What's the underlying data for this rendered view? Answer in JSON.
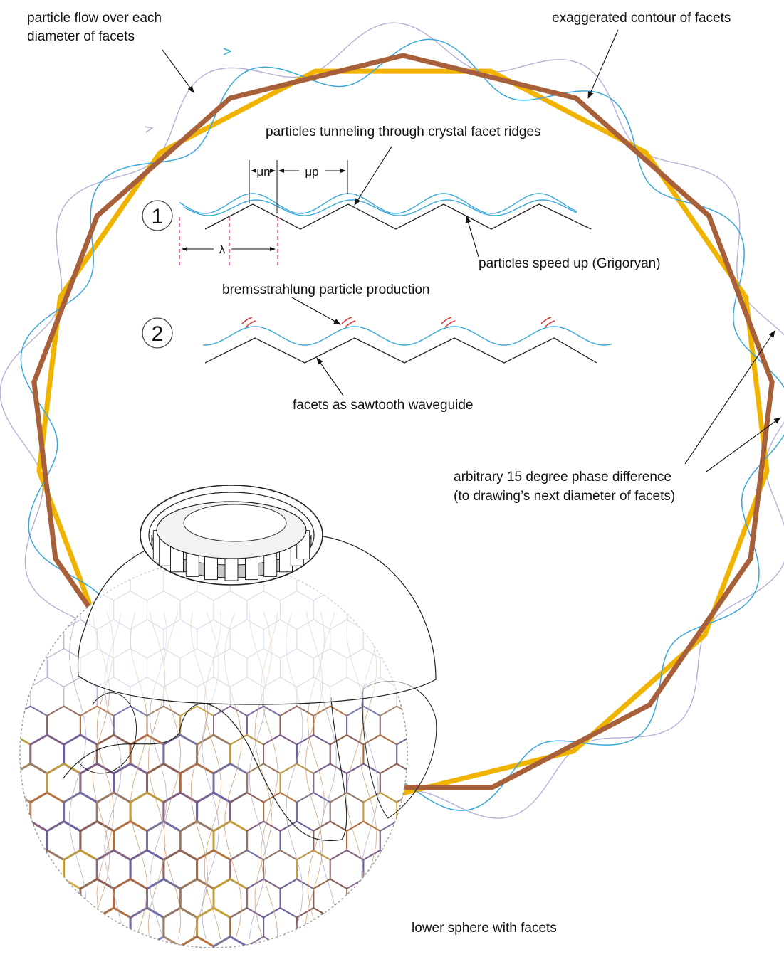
{
  "labels": {
    "particle_flow_line1": "particle flow over each",
    "particle_flow_line2": "diameter of facets",
    "exaggerated": "exaggerated contour of facets",
    "tunneling": "particles tunneling through crystal facet ridges",
    "speed_up": "particles speed up (Grigoryan)",
    "bremsstrahlung": "bremsstrahlung particle production",
    "sawtooth": "facets as sawtooth waveguide",
    "phase_line1": "arbitrary 15 degree phase difference",
    "phase_line2": "(to drawing’s next diameter of facets)",
    "lower_sphere": "lower sphere with facets"
  },
  "detail1": {
    "number": "1",
    "mu_n": "μn",
    "mu_p": "μp",
    "lambda": "λ"
  },
  "detail2": {
    "number": "2"
  },
  "colors": {
    "contour_brown": "#a8603a",
    "offset_gold": "#f0b400",
    "particle_blue": "#39a8d8",
    "faint_lavender": "#b6b0d6",
    "dimension_magenta": "#e0208c",
    "brems_red": "#e03030"
  }
}
